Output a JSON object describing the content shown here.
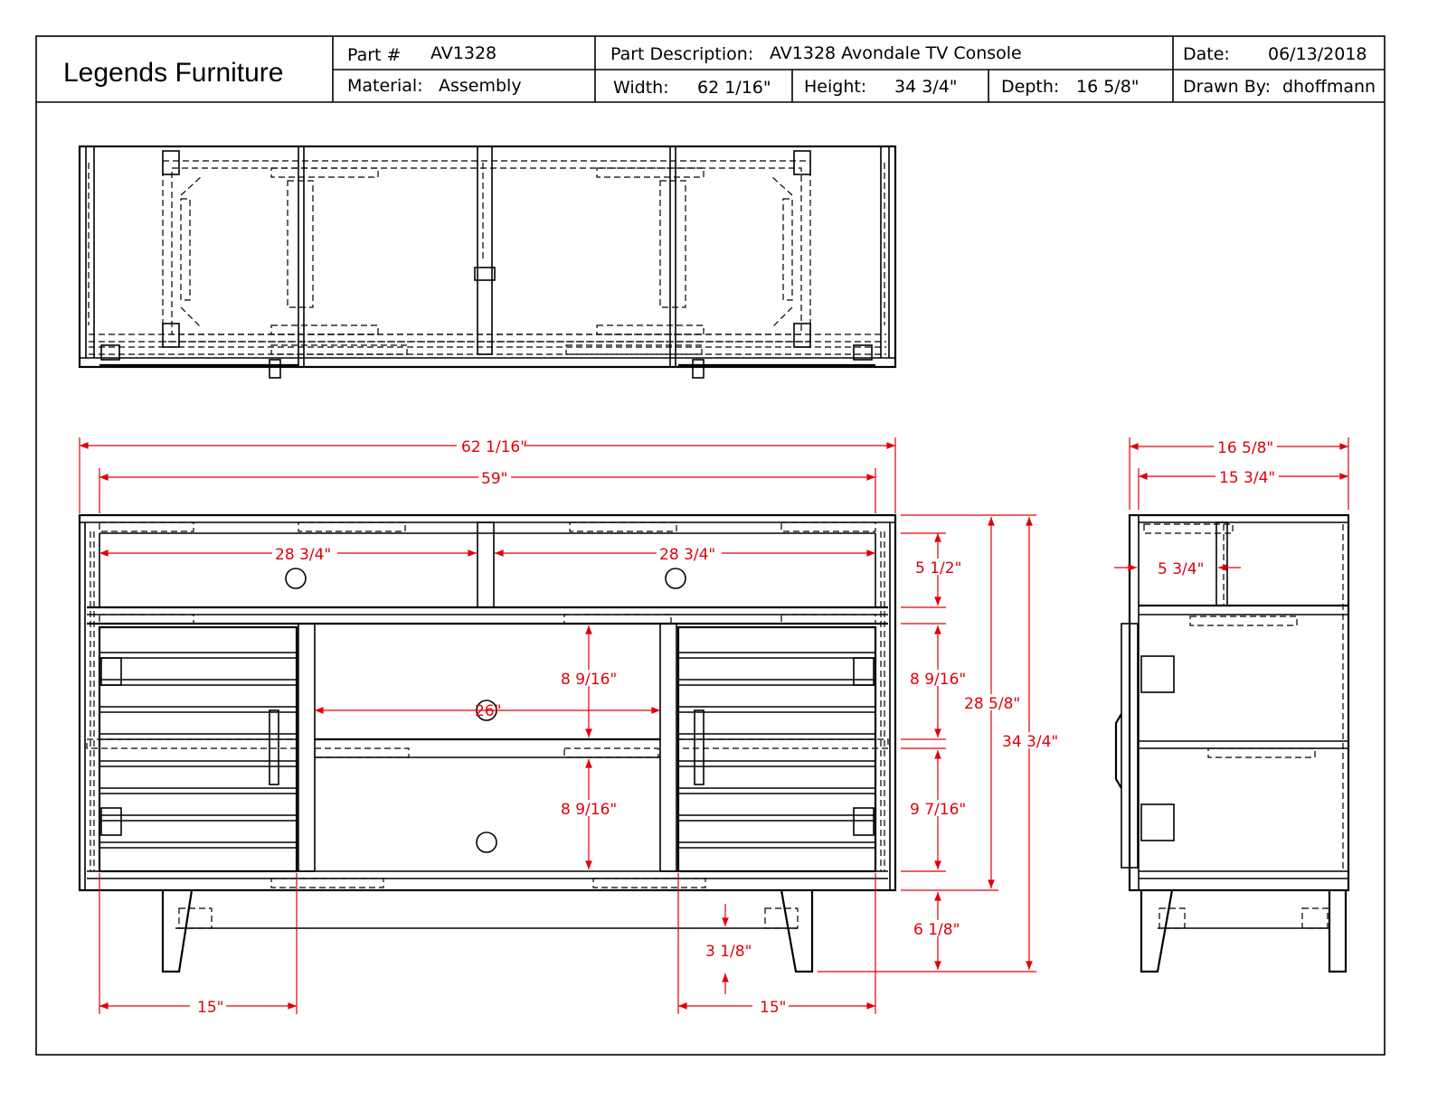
{
  "title_block": {
    "company": "Legends Furniture",
    "part_label": "Part #",
    "part_number": "AV1328",
    "description_label": "Part Description:",
    "description": "AV1328 Avondale TV Console",
    "date_label": "Date:",
    "date": "06/13/2018",
    "material_label": "Material:",
    "material": "Assembly",
    "width_label": "Width:",
    "width": "62 1/16\"",
    "height_label": "Height:",
    "height": "34 3/4\"",
    "depth_label": "Depth:",
    "depth": "16 5/8\"",
    "drawn_by_label": "Drawn By:",
    "drawn_by": "dhoffmann"
  },
  "dimensions": {
    "overall_width": "62 1/16\"",
    "inner_width": "59\"",
    "top_left_opening": "28 3/4\"",
    "top_right_opening": "28 3/4\"",
    "top_compartment_height": "5 1/2\"",
    "middle_upper_height": "8 9/16\"",
    "middle_shelf_width": "26\"",
    "middle_upper_height_right": "8 9/16\"",
    "middle_lower_height": "8 9/16\"",
    "right_lower_height": "9 7/16\"",
    "body_height": "28 5/8\"",
    "overall_height": "34 3/4\"",
    "leg_height": "6 1/8\"",
    "stretcher_clearance": "3 1/8\"",
    "left_door_width": "15\"",
    "right_door_width": "15\"",
    "side_overall_depth": "16 5/8\"",
    "side_inner_depth": "15 3/4\"",
    "side_partition_offset": "5 3/4\""
  }
}
